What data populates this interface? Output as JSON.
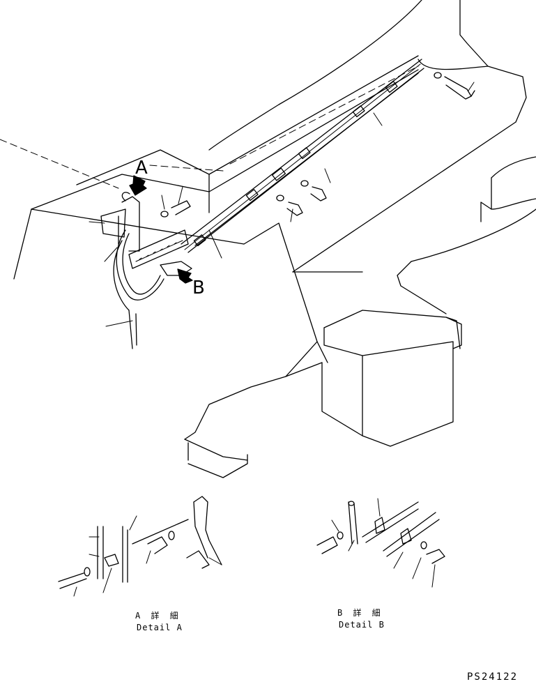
{
  "arrows": {
    "a": "A",
    "b": "B"
  },
  "details": {
    "a": {
      "jp": "A 詳 細",
      "en": "Detail A"
    },
    "b": {
      "jp": "B 詳 細",
      "en": "Detail B"
    }
  },
  "drawing_code": "PS24122"
}
